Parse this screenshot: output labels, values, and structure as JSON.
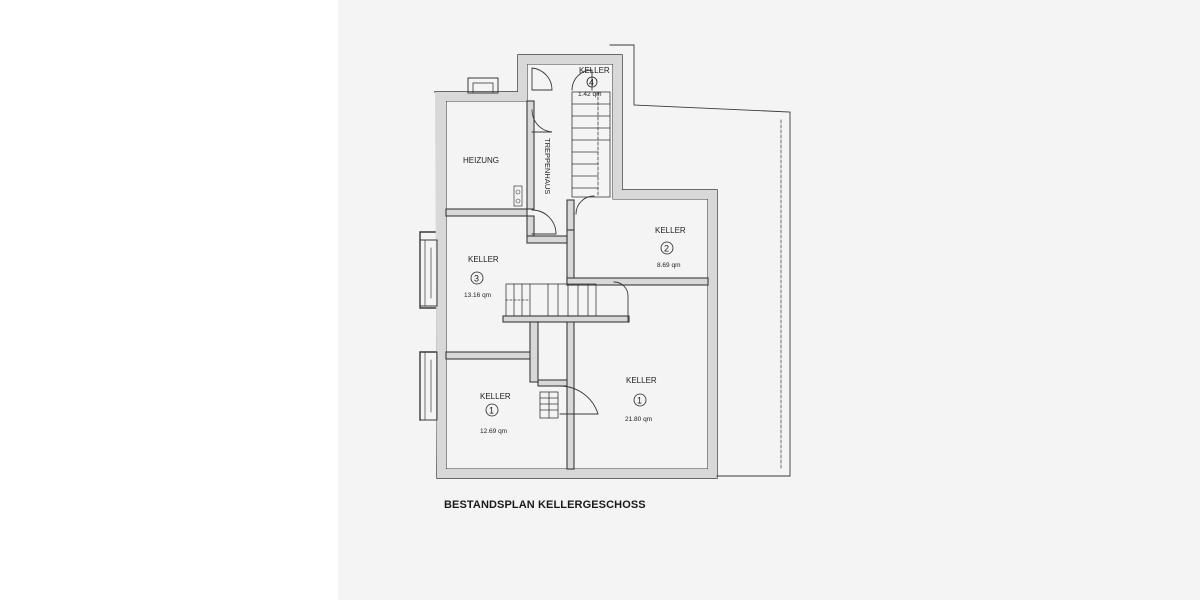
{
  "plan": {
    "title": "BESTANDSPLAN KELLERGESCHOSS",
    "rooms": {
      "heizung": {
        "name": "HEIZUNG"
      },
      "treppenhaus": {
        "name": "TREPPENHAUS"
      },
      "keller4": {
        "name": "KELLER",
        "number": "4",
        "area": "1.42 qm"
      },
      "keller2": {
        "name": "KELLER",
        "number": "2",
        "area": "8.69 qm"
      },
      "keller3": {
        "name": "KELLER",
        "number": "3",
        "area": "13.16 qm"
      },
      "keller1_left": {
        "name": "KELLER",
        "number": "1",
        "area": "12.69 qm"
      },
      "keller1_right": {
        "name": "KELLER",
        "number": "1",
        "area": "21.80 qm"
      }
    }
  }
}
